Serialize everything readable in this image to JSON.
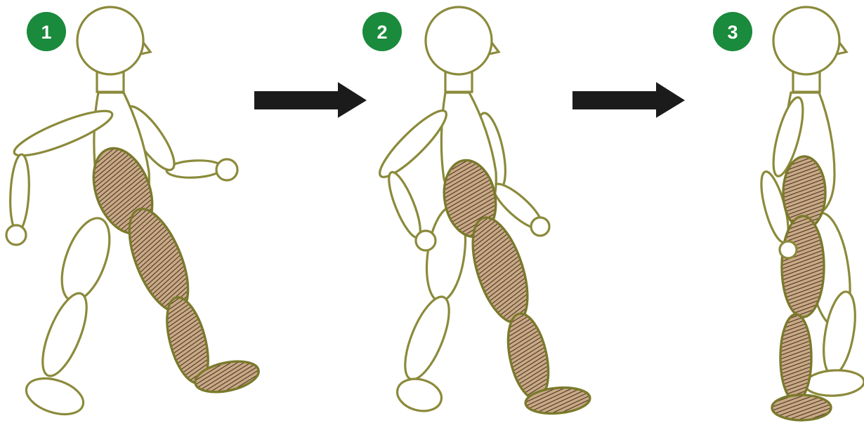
{
  "diagram": {
    "steps": [
      {
        "number": "1"
      },
      {
        "number": "2"
      },
      {
        "number": "3"
      }
    ],
    "colors": {
      "outline": "#8b8a3b",
      "highlight_fill": "#c9a986",
      "highlight_hatch": "#4a3520",
      "badge": "#1a8a3c",
      "arrow": "#1b1b1b"
    }
  }
}
